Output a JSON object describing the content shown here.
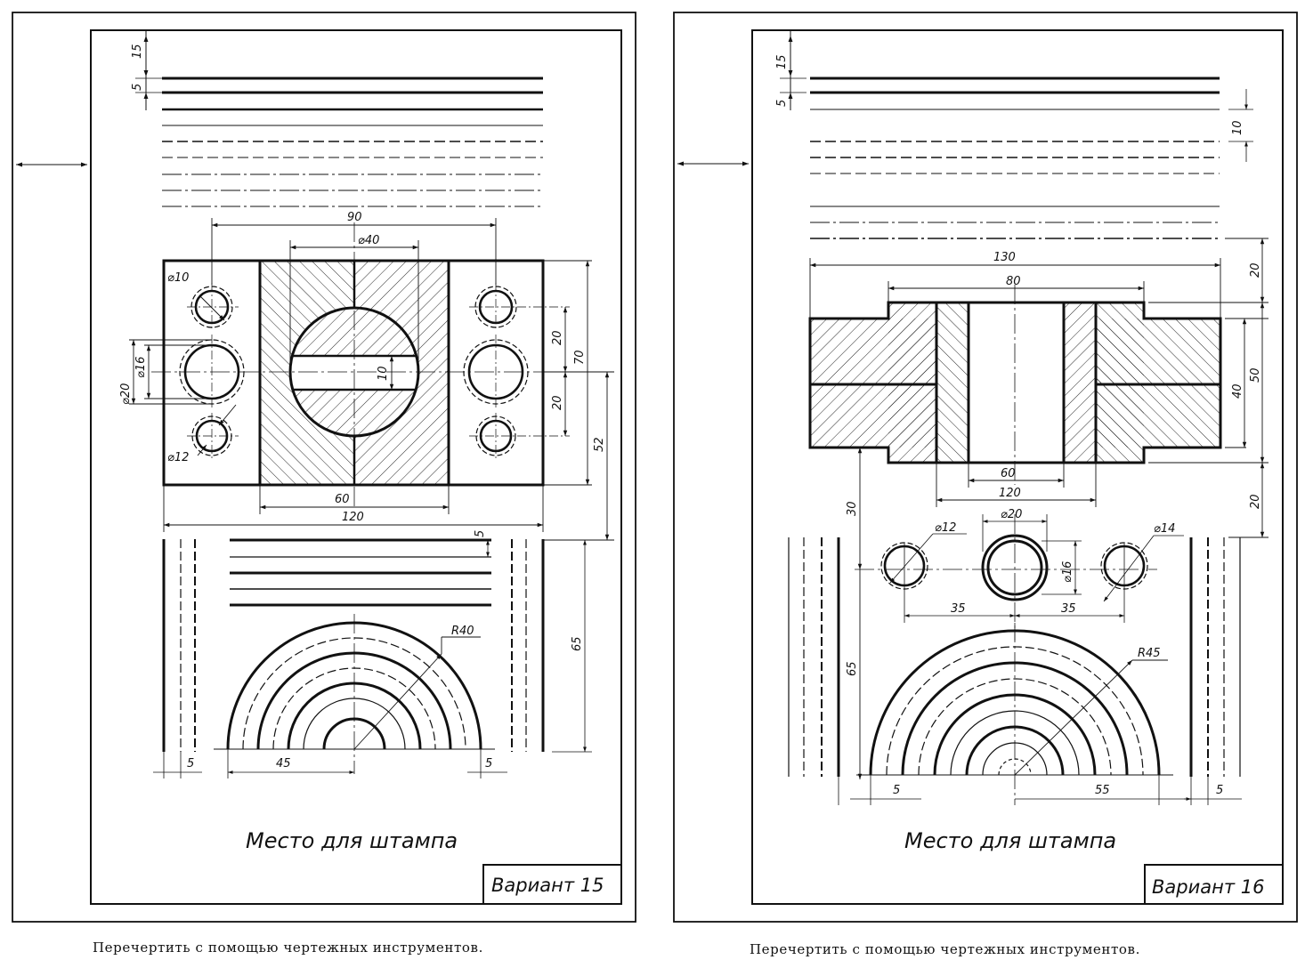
{
  "sheets": [
    {
      "variant_label": "Вариант 15",
      "stamp_label": "Место для штампа",
      "caption": "Перечертить с помощью чертежных инструментов.",
      "dims": {
        "d15": "15",
        "d5": "5",
        "d90": "90",
        "d_phi40": "⌀40",
        "d_phi10": "⌀10",
        "d_phi20": "⌀20",
        "d_phi16": "⌀16",
        "d_phi12": "⌀12",
        "d10": "10",
        "d20a": "20",
        "d20b": "20",
        "d70": "70",
        "d52": "52",
        "d60": "60",
        "d120": "120",
        "d5b": "5",
        "d65": "65",
        "r40": "R40",
        "d5c": "5",
        "d45": "45",
        "d5d": "5"
      }
    },
    {
      "variant_label": "Вариант 16",
      "stamp_label": "Место для штампа",
      "caption": "Перечертить с помощью чертежных инструментов.",
      "dims": {
        "d15": "15",
        "d5": "5",
        "d10": "10",
        "d130": "130",
        "d80": "80",
        "d20a": "20",
        "d50": "50",
        "d40": "40",
        "d60": "60",
        "d120": "120",
        "d20b": "20",
        "d30": "30",
        "d_phi12": "⌀12",
        "d_phi20": "⌀20",
        "d_phi14": "⌀14",
        "d_phi16": "⌀16",
        "d35a": "35",
        "d35b": "35",
        "d65": "65",
        "r45": "R45",
        "d5b": "5",
        "d55": "55",
        "d5c": "5"
      }
    }
  ]
}
